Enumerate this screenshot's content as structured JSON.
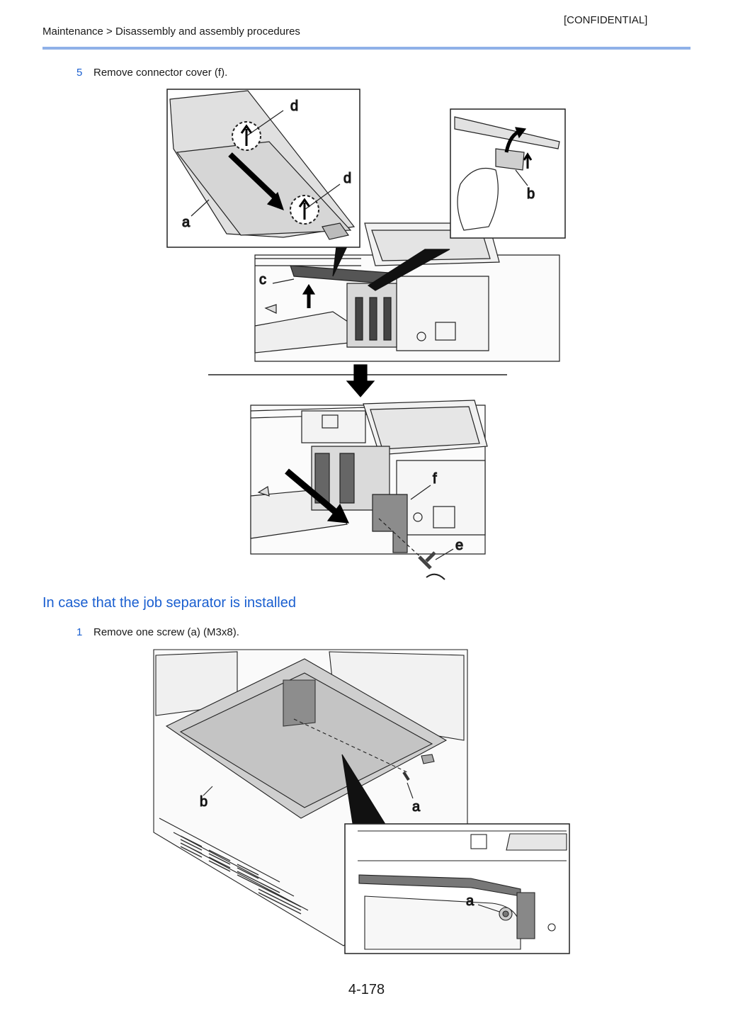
{
  "header": {
    "breadcrumb": "Maintenance > Disassembly and assembly procedures",
    "classification": "[CONFIDENTIAL]"
  },
  "step5": {
    "number": "5",
    "text": "Remove connector cover (f)."
  },
  "figure1": {
    "inset_top_left": {
      "labels": {
        "d1": "d",
        "d2": "d",
        "a": "a"
      }
    },
    "inset_top_right": {
      "labels": {
        "b": "b"
      }
    },
    "upper_view": {
      "labels": {
        "c": "c"
      }
    },
    "lower_view": {
      "labels": {
        "f": "f",
        "e": "e"
      }
    }
  },
  "section": {
    "title": "In case that the job separator is installed"
  },
  "step1": {
    "number": "1",
    "text": "Remove one screw (a) (M3x8)."
  },
  "figure2": {
    "labels": {
      "b": "b",
      "a": "a"
    },
    "inset": {
      "labels": {
        "a": "a"
      }
    }
  },
  "footer": {
    "page_number": "4-178"
  }
}
